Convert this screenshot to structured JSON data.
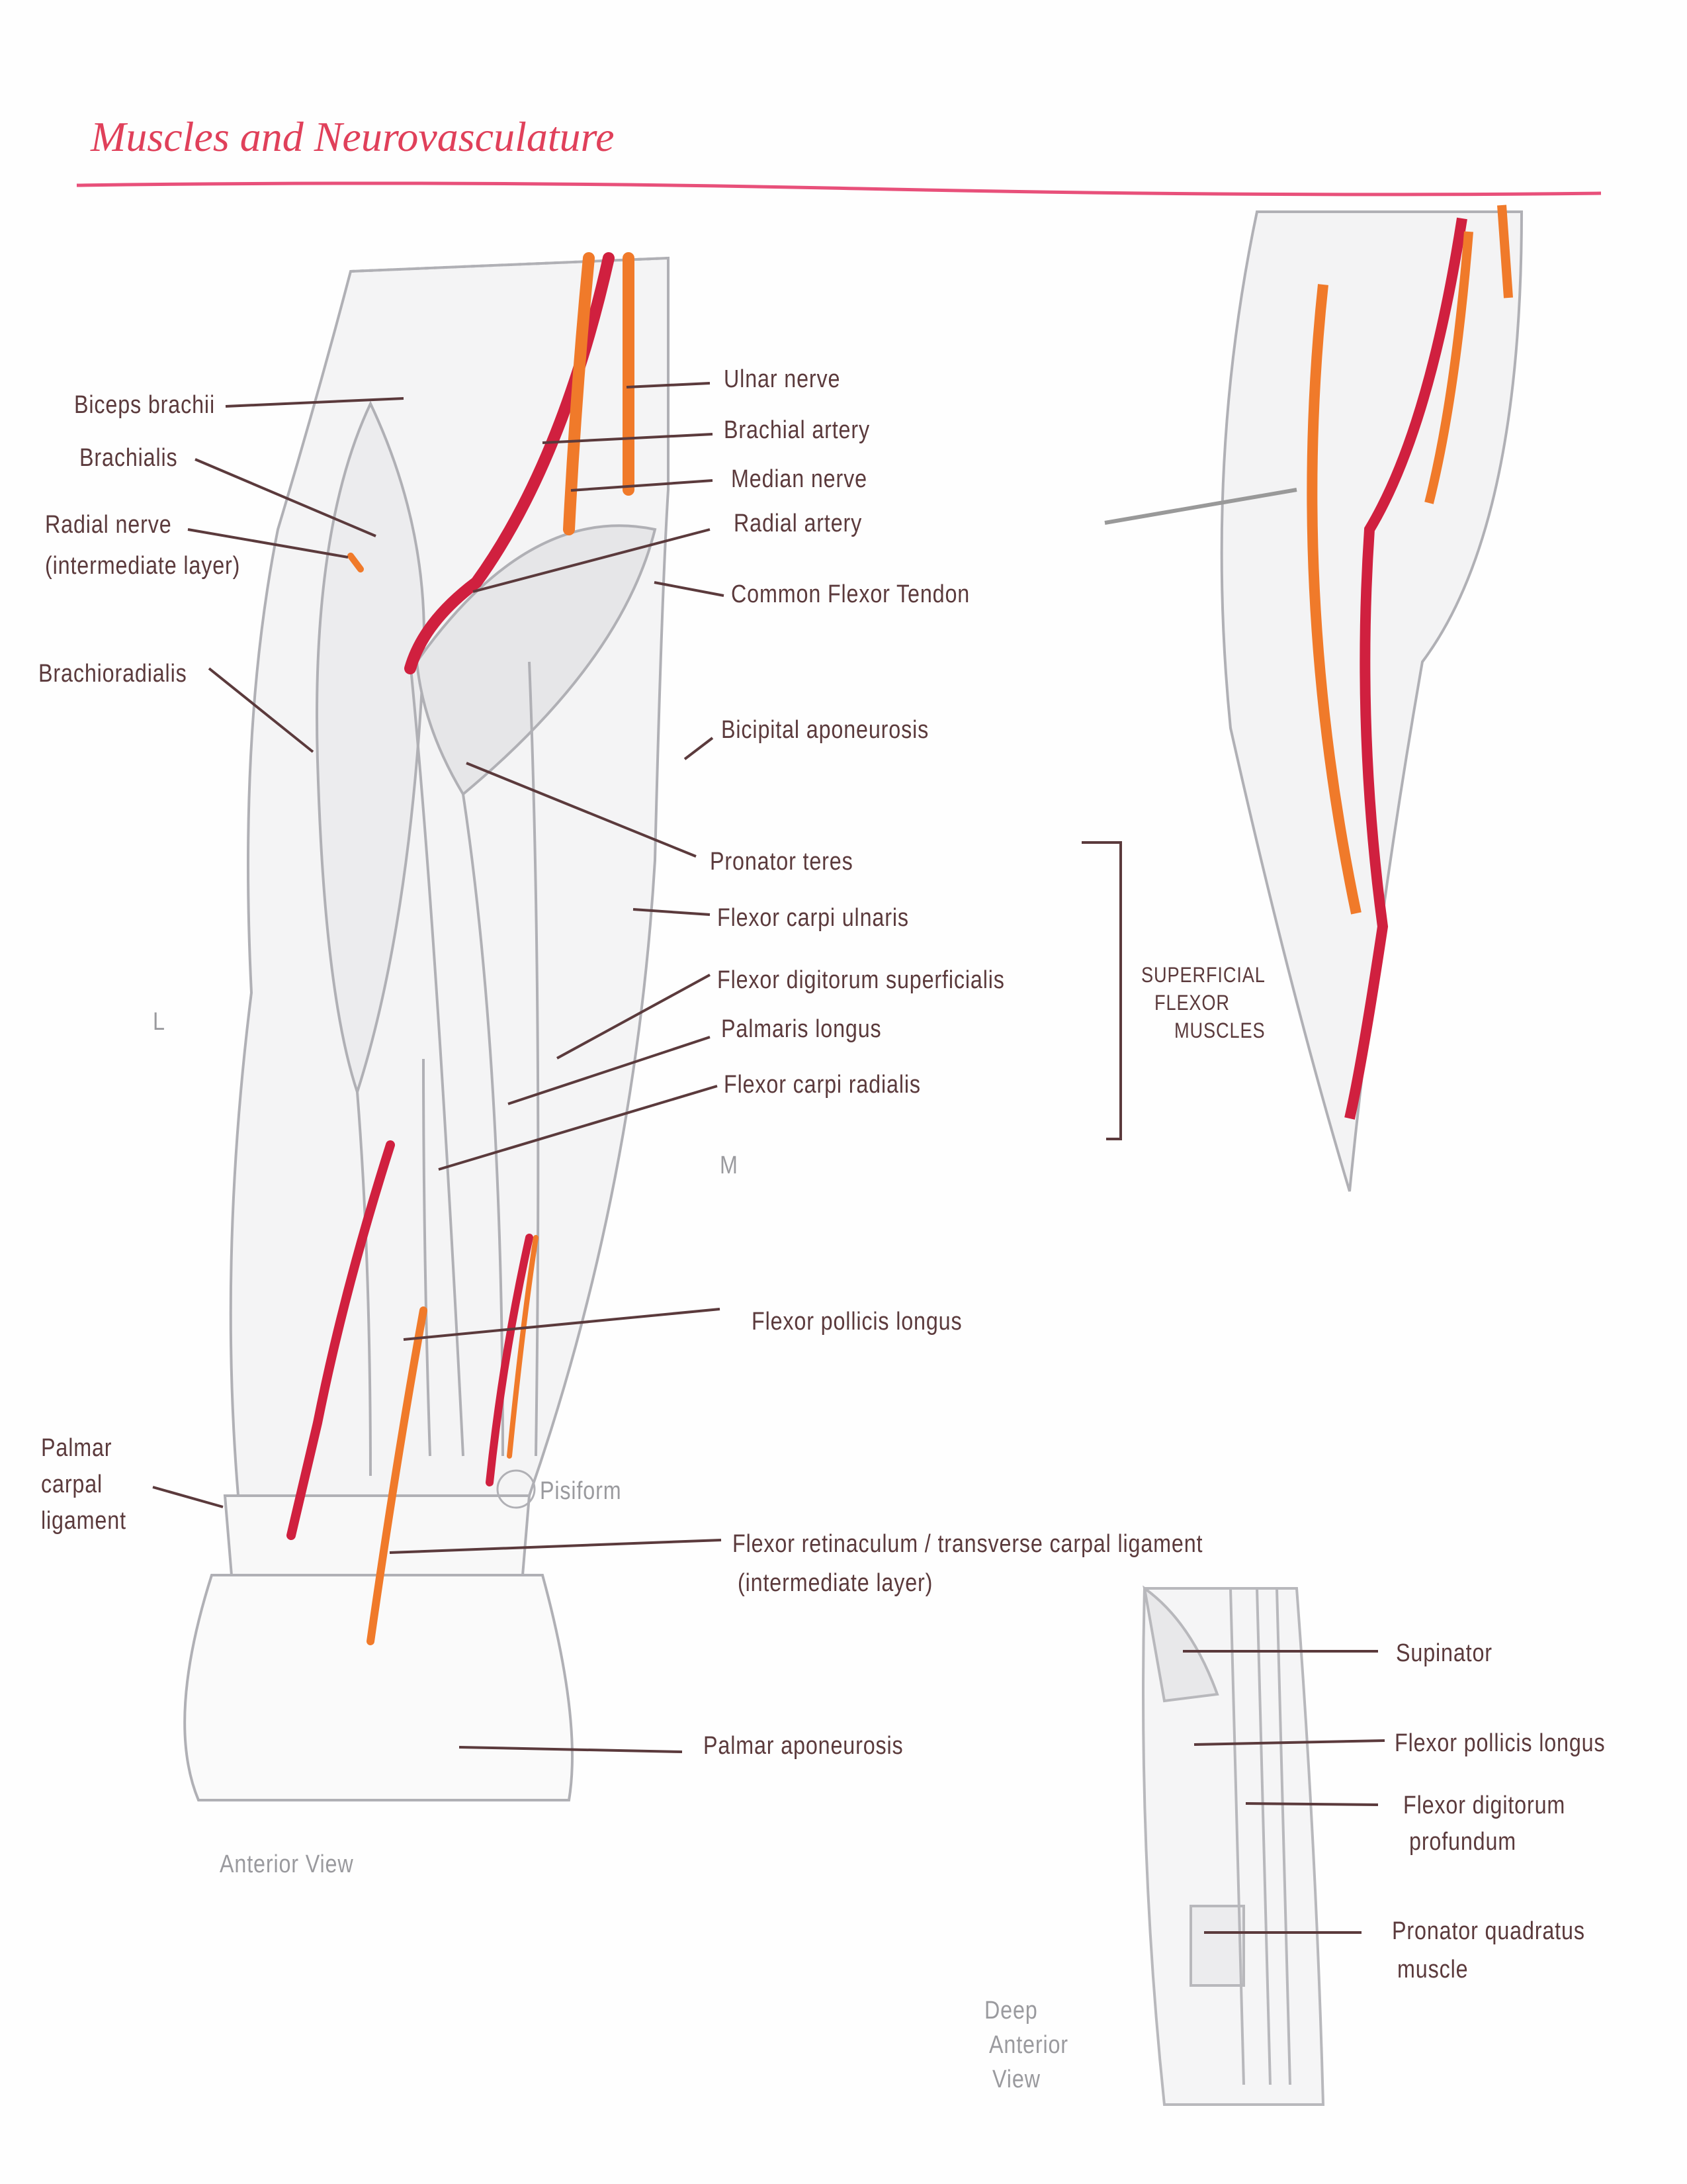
{
  "title": "Muscles and Neurovasculature",
  "anterior_view": {
    "caption": "Anterior View",
    "orientation": {
      "lateral": "L",
      "medial": "M"
    },
    "left_labels": {
      "biceps_brachii": "Biceps brachii",
      "brachialis": "Brachialis",
      "radial_nerve": "Radial nerve",
      "radial_nerve_note": "(intermediate layer)",
      "brachioradialis": "Brachioradialis",
      "palmar_carpal_ligament": [
        "Palmar",
        "carpal",
        "ligament"
      ]
    },
    "right_labels": {
      "ulnar_nerve": "Ulnar nerve",
      "brachial_artery": "Brachial artery",
      "median_nerve": "Median nerve",
      "radial_artery": "Radial artery",
      "common_flexor_tendon": "Common Flexor Tendon",
      "bicipital_aponeurosis": "Bicipital aponeurosis",
      "pronator_teres": "Pronator teres",
      "flexor_carpi_ulnaris": "Flexor carpi ulnaris",
      "flexor_digitorum_superficialis": "Flexor digitorum superficialis",
      "palmaris_longus": "Palmaris longus",
      "flexor_carpi_radialis": "Flexor carpi radialis",
      "flexor_pollicis_longus": "Flexor pollicis longus",
      "pisiform": "Pisiform",
      "flexor_retinaculum": "Flexor retinaculum / transverse carpal ligament",
      "flexor_retinaculum_note": "(intermediate layer)",
      "palmar_aponeurosis": "Palmar aponeurosis"
    },
    "group_label": [
      "SUPERFICIAL",
      "FLEXOR",
      "MUSCLES"
    ]
  },
  "deep_view": {
    "caption": [
      "Deep",
      "Anterior",
      "View"
    ],
    "labels": {
      "supinator": "Supinator",
      "flexor_pollicis_longus": "Flexor pollicis longus",
      "flexor_digitorum_profundum": [
        "Flexor digitorum",
        "profundum"
      ],
      "pronator_quadratus": [
        "Pronator quadratus",
        "muscle"
      ]
    }
  },
  "colors": {
    "title": "#e0405a",
    "ink": "#5b3a3c",
    "artery": "#d0203f",
    "nerve": "#f07a2a",
    "pencil": "#b8b8bc"
  }
}
